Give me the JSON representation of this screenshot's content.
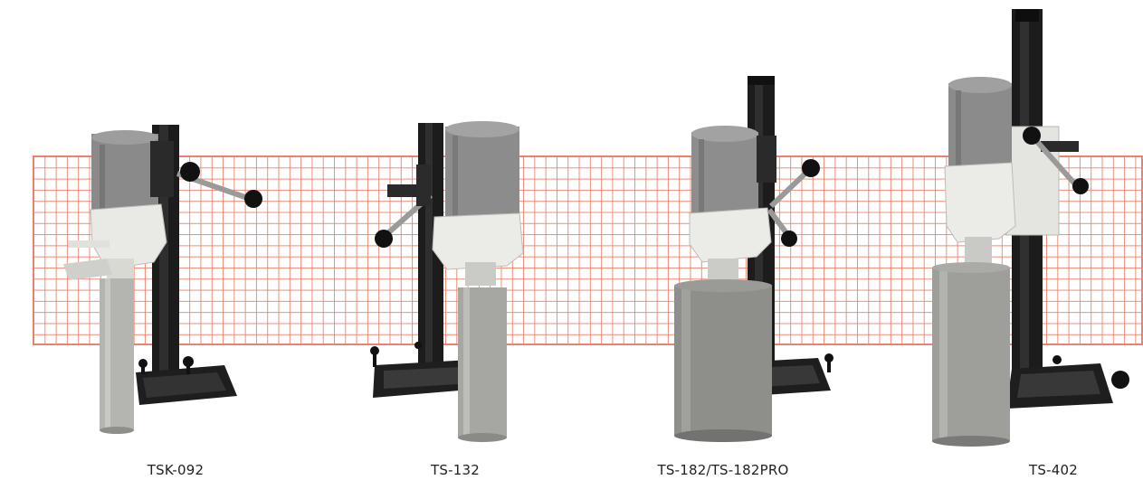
{
  "products": [
    {
      "model": "TSK-092"
    },
    {
      "model": "TS-132"
    },
    {
      "model": "TS-182/TS-182PRO"
    },
    {
      "model": "TS-402"
    }
  ],
  "colors": {
    "grid_line": "#e87a64",
    "motor_gray": "#8f8f8f",
    "column_black": "#1a1a1a",
    "housing_white": "#ecece8",
    "core_bit_gray": "#a2a2a2"
  }
}
